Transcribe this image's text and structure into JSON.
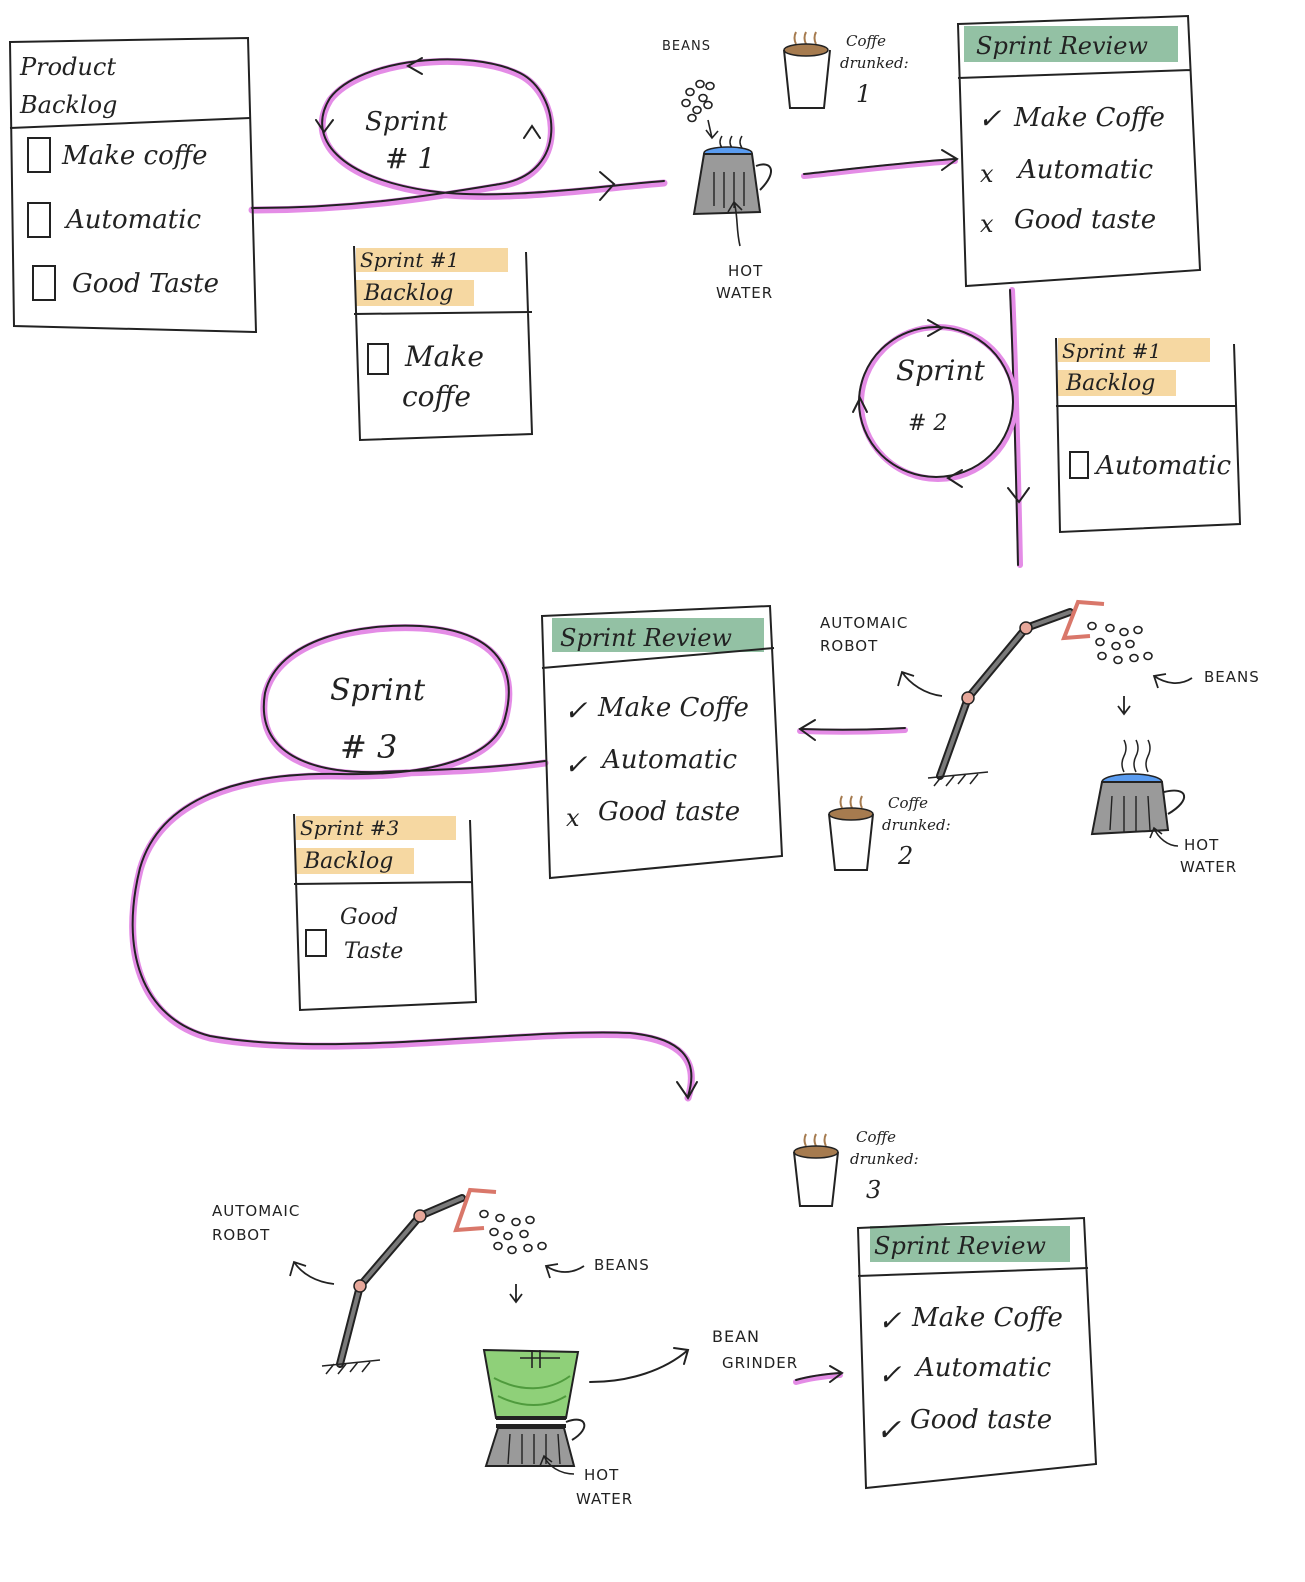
{
  "colors": {
    "ink": "#222222",
    "flow": "#e48ce6",
    "backlog_highlight": "#f6d8a2",
    "review_highlight": "#93c1a4",
    "water": "#5a9cf0",
    "pot": "#9a9a9a",
    "robot_accent": "#e7a79a",
    "grinder": "#8fd079",
    "coffee": "#a67b4f"
  },
  "product_backlog": {
    "title_line1": "Product",
    "title_line2": "Backlog",
    "items": [
      "Make coffe",
      "Automatic",
      "Good Taste"
    ]
  },
  "sprint1": {
    "loop_label_1": "Sprint",
    "loop_label_2": "# 1",
    "backlog": {
      "title_line1": "Sprint #1",
      "title_line2": "Backlog",
      "item_line1": "Make",
      "item_line2": "coffe"
    },
    "beans_label": "BEANS",
    "water_label_1": "HOT",
    "water_label_2": "WATER",
    "coffee_label_1": "Coffe",
    "coffee_label_2": "drunked:",
    "coffee_count": "1",
    "review": {
      "title": "Sprint Review",
      "items": [
        {
          "mark": "✓",
          "label": "Make Coffe"
        },
        {
          "mark": "x",
          "label": "Automatic"
        },
        {
          "mark": "x",
          "label": "Good taste"
        }
      ]
    }
  },
  "sprint2": {
    "loop_label_1": "Sprint",
    "loop_label_2": "# 2",
    "backlog": {
      "title_line1": "Sprint #1",
      "title_line2": "Backlog",
      "item": "Automatic"
    }
  },
  "sprint3": {
    "loop_label_1": "Sprint",
    "loop_label_2": "# 3",
    "backlog": {
      "title_line1": "Sprint #3",
      "title_line2": "Backlog",
      "item_line1": "Good",
      "item_line2": "Taste"
    },
    "review": {
      "title": "Sprint Review",
      "items": [
        {
          "mark": "✓",
          "label": "Make Coffe"
        },
        {
          "mark": "✓",
          "label": "Automatic"
        },
        {
          "mark": "x",
          "label": "Good taste"
        }
      ]
    },
    "robot_label_1": "AUTOMAIC",
    "robot_label_2": "ROBOT",
    "beans_label": "BEANS",
    "water_label_1": "HOT",
    "water_label_2": "WATER",
    "coffee_label_1": "Coffe",
    "coffee_label_2": "drunked:",
    "coffee_count": "2"
  },
  "final": {
    "robot_label_1": "AUTOMAIC",
    "robot_label_2": "ROBOT",
    "beans_label": "BEANS",
    "grinder_label_1": "BEAN",
    "grinder_label_2": "GRINDER",
    "water_label_1": "HOT",
    "water_label_2": "WATER",
    "coffee_label_1": "Coffe",
    "coffee_label_2": "drunked:",
    "coffee_count": "3",
    "review": {
      "title": "Sprint Review",
      "items": [
        {
          "mark": "✓",
          "label": "Make Coffe"
        },
        {
          "mark": "✓",
          "label": "Automatic"
        },
        {
          "mark": "✓",
          "label": "Good taste"
        }
      ]
    }
  }
}
